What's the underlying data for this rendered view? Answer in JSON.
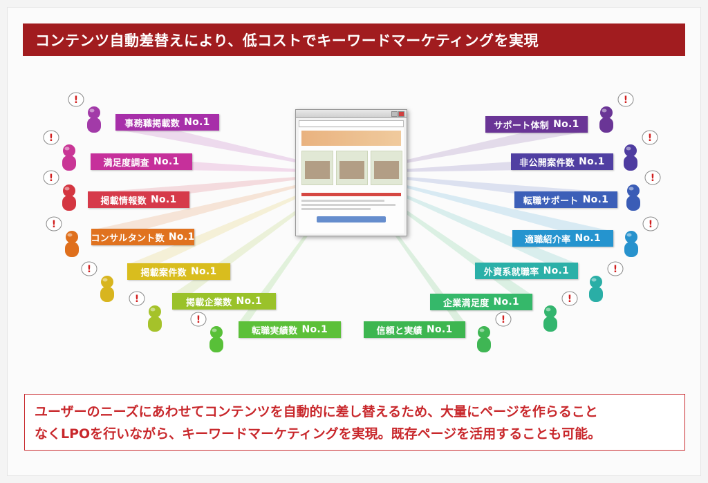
{
  "header": {
    "title": "コンテンツ自動差替えにより、低コストでキーワードマーケティングを実現"
  },
  "left_labels": [
    {
      "text": "事務職掲載数",
      "no": "No.1",
      "color": "#a72fa9"
    },
    {
      "text": "満足度調査",
      "no": "No.1",
      "color": "#c6309b"
    },
    {
      "text": "掲載情報数",
      "no": "No.1",
      "color": "#d63a4a"
    },
    {
      "text": "コンサルタント数",
      "no": "No.1",
      "color": "#e0721f"
    },
    {
      "text": "掲載案件数",
      "no": "No.1",
      "color": "#d9bd1e"
    },
    {
      "text": "掲載企業数",
      "no": "No.1",
      "color": "#9ac22a"
    },
    {
      "text": "転職実績数",
      "no": "No.1",
      "color": "#5cc039"
    }
  ],
  "right_labels": [
    {
      "text": "サポート体制",
      "no": "No.1",
      "color": "#6a3596"
    },
    {
      "text": "非公開案件数",
      "no": "No.1",
      "color": "#503fa2"
    },
    {
      "text": "転職サポート",
      "no": "No.1",
      "color": "#3c5fb8"
    },
    {
      "text": "適職紹介率",
      "no": "No.1",
      "color": "#2594cf"
    },
    {
      "text": "外資系就職率",
      "no": "No.1",
      "color": "#2bb0a8"
    },
    {
      "text": "企業満足度",
      "no": "No.1",
      "color": "#35b86a"
    },
    {
      "text": "信頼と実績",
      "no": "No.1",
      "color": "#3db650"
    }
  ],
  "person_colors_left": [
    "#a23aa8",
    "#c93696",
    "#d43641",
    "#df6f1c",
    "#d8b51f",
    "#a5c22a",
    "#58c038"
  ],
  "person_colors_right": [
    "#6a3596",
    "#4e3ca0",
    "#3a5cb6",
    "#2792cd",
    "#2aaea6",
    "#33b56e",
    "#3fb654"
  ],
  "bottom": {
    "line1": "ユーザーのニーズにあわせてコンテンツを自動的に差し替えるため、大量にページを作らること",
    "line2": "なくLPOを行いながら、キーワードマーケティングを実現。既存ページを活用することも可能。"
  }
}
